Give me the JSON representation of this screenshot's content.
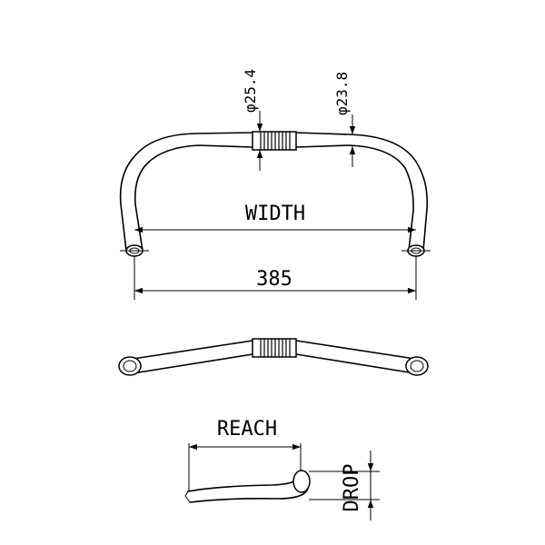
{
  "labels": {
    "clamp_diameter": "φ25.4",
    "bar_diameter": "φ23.8",
    "width": "WIDTH",
    "width_value": "385",
    "reach": "REACH",
    "drop": "DROP"
  },
  "colors": {
    "ink": "#000000",
    "background": "#ffffff"
  }
}
